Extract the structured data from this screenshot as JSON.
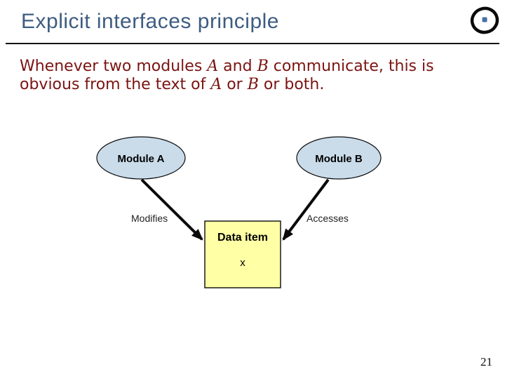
{
  "slide": {
    "title": "Explicit interfaces principle",
    "page_number": "21",
    "colors": {
      "title_text": "#3e5c81",
      "body_text": "#7a1412",
      "module_fill": "#cadcea",
      "data_item_fill": "#ffffa6",
      "outline": "#000000",
      "logo_dot": "#4a6fa5"
    }
  },
  "body": {
    "line1": [
      {
        "t": "Whenever two modules "
      },
      {
        "t": "A"
      },
      {
        "t": " and "
      },
      {
        "t": "B"
      },
      {
        "t": " communicate, this is"
      }
    ],
    "line2": [
      {
        "t": "obvious from the text of "
      },
      {
        "t": "A"
      },
      {
        "t": " or "
      },
      {
        "t": "B"
      },
      {
        "t": " or both."
      }
    ]
  },
  "diagram": {
    "module_a_label": "Module A",
    "module_b_label": "Module B",
    "modifies_label": "Modifies",
    "accesses_label": "Accesses",
    "data_item_label": "Data item",
    "data_item_value": "x"
  }
}
